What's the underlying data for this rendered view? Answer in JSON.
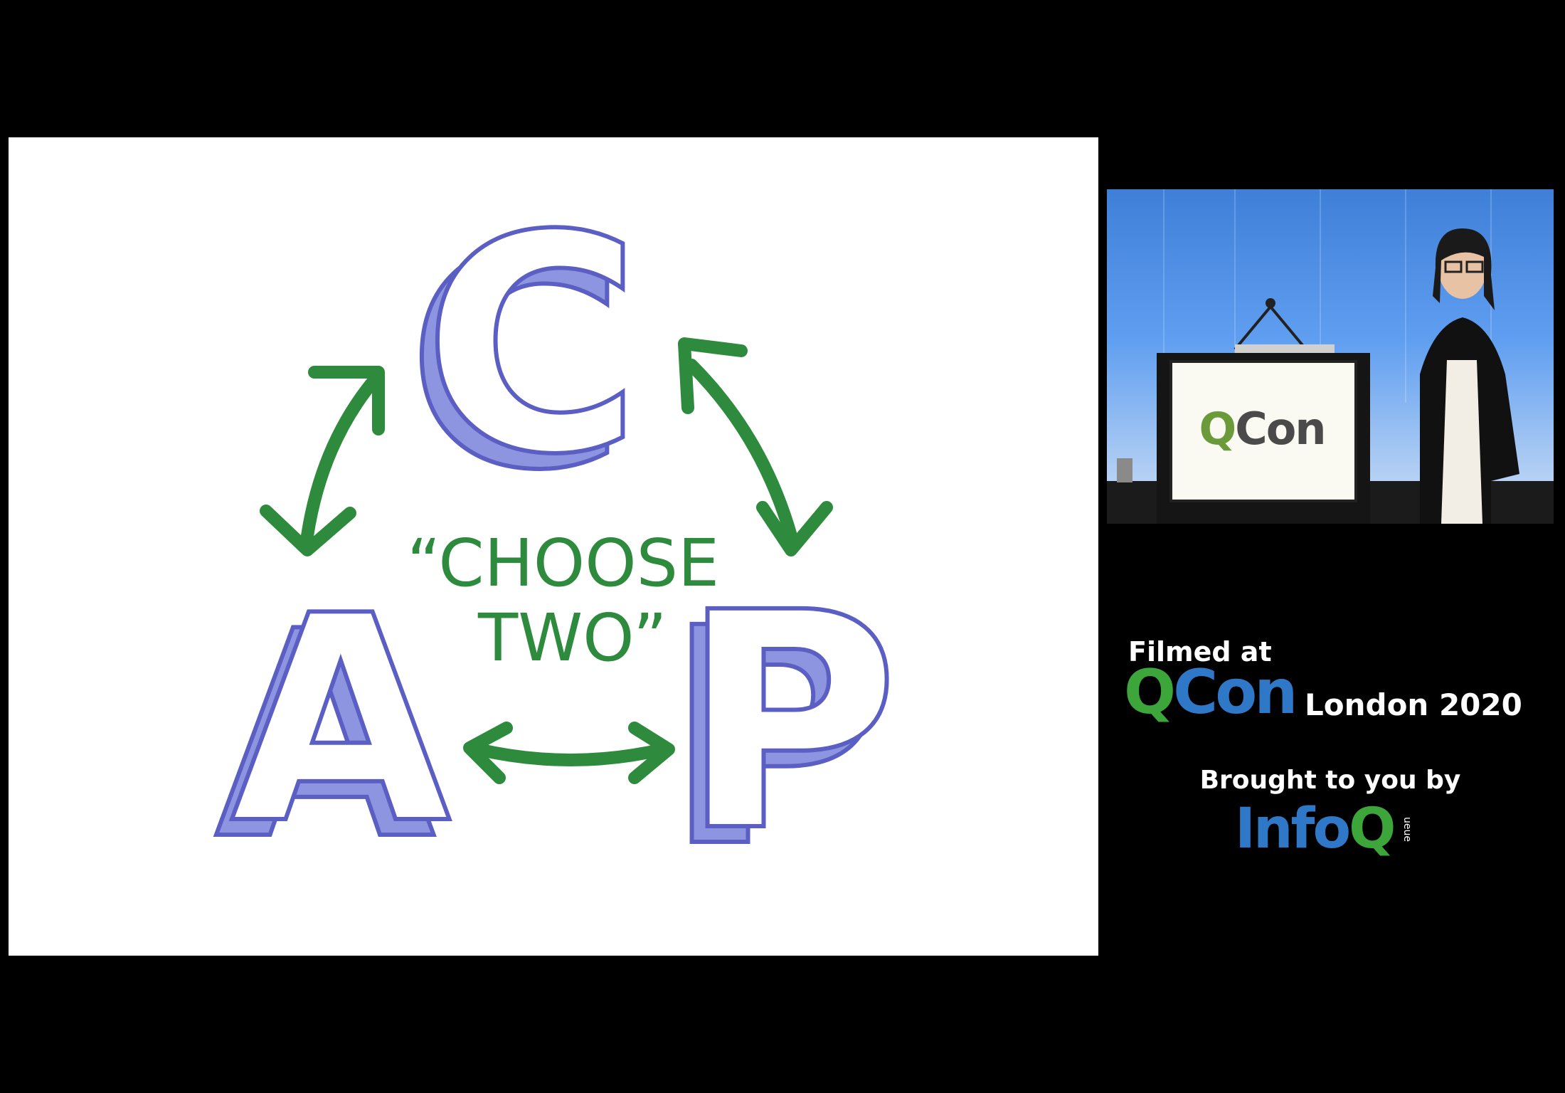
{
  "slide": {
    "letters": {
      "c": "C",
      "a": "A",
      "p": "P"
    },
    "caption_line1": "“CHOOSE",
    "caption_line2": "TWO”",
    "colors": {
      "letter_fill": "#ffffff",
      "letter_side": "#8d95e0",
      "letter_stroke": "#5b5fc4",
      "arrow": "#2e8b3e"
    }
  },
  "video": {
    "sign": {
      "q": "Q",
      "rest": "Con"
    }
  },
  "credits": {
    "filmed_at": "Filmed at",
    "qcon_q": "Q",
    "qcon_rest": "Con",
    "location": "London 2020",
    "brought_by": "Brought to you by",
    "infoq_info": "Info",
    "infoq_q": "Q",
    "infoq_sub": "ueue",
    "colors": {
      "green": "#3ca63a",
      "blue": "#2f78c8"
    }
  }
}
